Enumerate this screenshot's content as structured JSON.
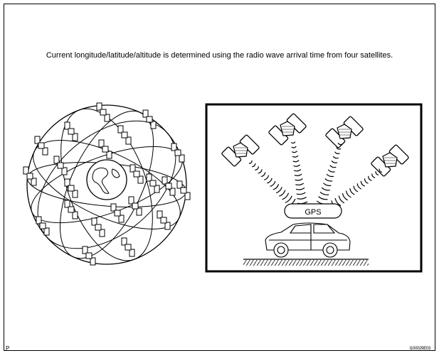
{
  "caption": "Current longitude/latitude/altitude is determined using the radio wave arrival time from four satellites.",
  "gps_label": "GPS",
  "corner_mark": "P",
  "figure_id": "I100029E03"
}
